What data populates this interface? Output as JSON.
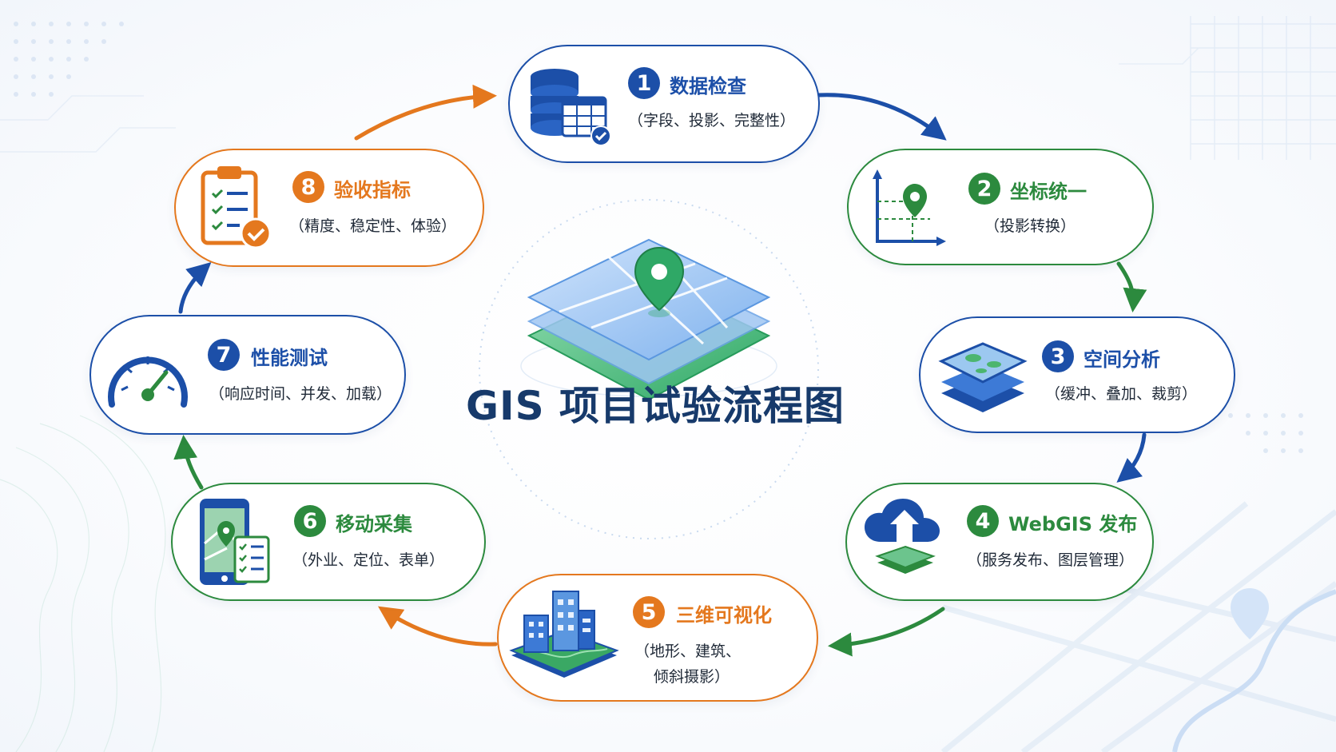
{
  "title": "GIS 项目试验流程图",
  "colors": {
    "blue": "#1c4fa8",
    "green": "#2c8a3e",
    "orange": "#e4781e",
    "title": "#173a6b"
  },
  "steps": [
    {
      "num": "1",
      "title": "数据检查",
      "sub": [
        "（字段、投影、完整性）"
      ],
      "icon": "database-table-check-icon",
      "color": "blue"
    },
    {
      "num": "2",
      "title": "坐标统一",
      "sub": [
        "（投影转换）"
      ],
      "icon": "coordinate-axes-pin-icon",
      "color": "green"
    },
    {
      "num": "3",
      "title": "空间分析",
      "sub": [
        "（缓冲、叠加、裁剪）"
      ],
      "icon": "map-layers-icon",
      "color": "blue"
    },
    {
      "num": "4",
      "title": "WebGIS 发布",
      "sub": [
        "（服务发布、图层管理）"
      ],
      "icon": "cloud-upload-layers-icon",
      "color": "green"
    },
    {
      "num": "5",
      "title": "三维可视化",
      "sub": [
        "（地形、建筑、",
        "倾斜摄影）"
      ],
      "icon": "3d-buildings-terrain-icon",
      "color": "orange"
    },
    {
      "num": "6",
      "title": "移动采集",
      "sub": [
        "（外业、定位、表单）"
      ],
      "icon": "mobile-map-form-icon",
      "color": "green"
    },
    {
      "num": "7",
      "title": "性能测试",
      "sub": [
        "（响应时间、并发、加载）"
      ],
      "icon": "speedometer-icon",
      "color": "blue"
    },
    {
      "num": "8",
      "title": "验收指标",
      "sub": [
        "（精度、稳定性、体验）"
      ],
      "icon": "clipboard-checklist-icon",
      "color": "orange"
    }
  ]
}
